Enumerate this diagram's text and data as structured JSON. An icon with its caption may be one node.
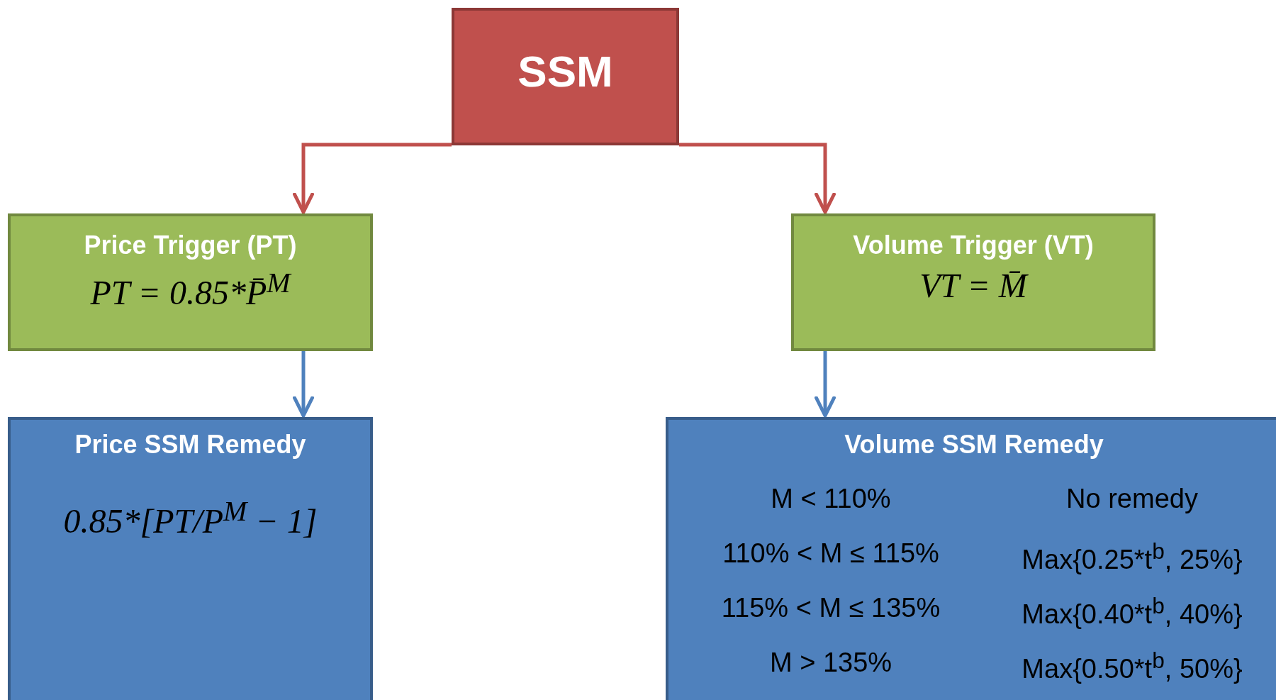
{
  "diagram": {
    "nodes": [
      {
        "text": [
          "SSM"
        ]
      },
      {
        "text": [
          "Price Trigger (PT)",
          "PT = 0.85*P̄$^{M}$"
        ]
      },
      {
        "text": [
          "Volume Trigger (VT)",
          "VT = M̄"
        ]
      },
      {
        "text": [
          "Price SSM Remedy",
          "0.85*[PT/P$^{M}$ − 1]"
        ]
      },
      {
        "text": [
          "Volume SSM Remedy",
          "M < 110%",
          "No remedy",
          "110% < M ≤ 115%",
          "Max{0.25*t$^{b}$, 25%}",
          "115% < M ≤ 135%",
          "Max{0.40*t$^{b}$, 40%}",
          "M > 135%",
          "Max{0.50*t$^{b}$, 50%}"
        ]
      }
    ],
    "edges": [
      {
        "from": 0,
        "to": 1,
        "arrow": "to"
      },
      {
        "from": 0,
        "to": 2,
        "arrow": "to"
      },
      {
        "from": 1,
        "to": 3,
        "arrow": "to",
        "color": "#4f81bd"
      },
      {
        "from": 2,
        "to": 4,
        "arrow": "to",
        "color": "#4f81bd"
      }
    ]
  }
}
